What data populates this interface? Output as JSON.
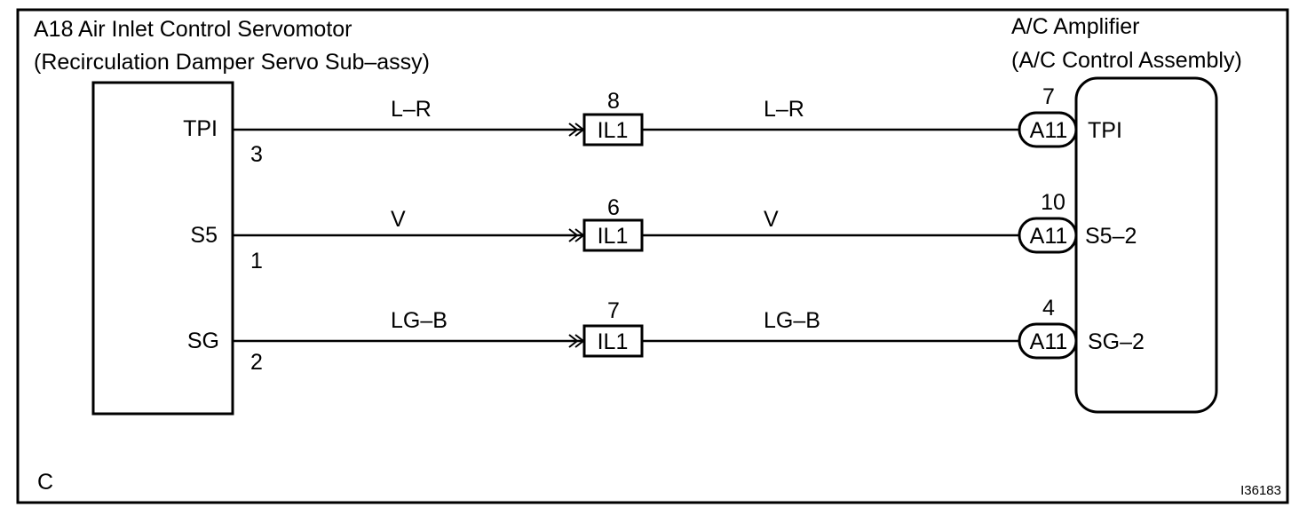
{
  "left_component": {
    "title_line1": "A18 Air Inlet Control Servomotor",
    "title_line2": "(Recirculation Damper Servo Sub–assy)"
  },
  "right_component": {
    "title_line1": "A/C Amplifier",
    "title_line2": "(A/C Control Assembly)"
  },
  "circuits": [
    {
      "left_terminal": "TPI",
      "left_pin": "3",
      "wire_color_left": "L–R",
      "junction_connector": "IL1",
      "junction_pin": "8",
      "wire_color_right": "L–R",
      "right_connector": "A11",
      "right_pin": "7",
      "right_terminal": "TPI"
    },
    {
      "left_terminal": "S5",
      "left_pin": "1",
      "wire_color_left": "V",
      "junction_connector": "IL1",
      "junction_pin": "6",
      "wire_color_right": "V",
      "right_connector": "A11",
      "right_pin": "10",
      "right_terminal": "S5–2"
    },
    {
      "left_terminal": "SG",
      "left_pin": "2",
      "wire_color_left": "LG–B",
      "junction_connector": "IL1",
      "junction_pin": "7",
      "wire_color_right": "LG–B",
      "right_connector": "A11",
      "right_pin": "4",
      "right_terminal": "SG–2"
    }
  ],
  "footer": {
    "corner_letter": "C",
    "figure_code": "I36183"
  }
}
